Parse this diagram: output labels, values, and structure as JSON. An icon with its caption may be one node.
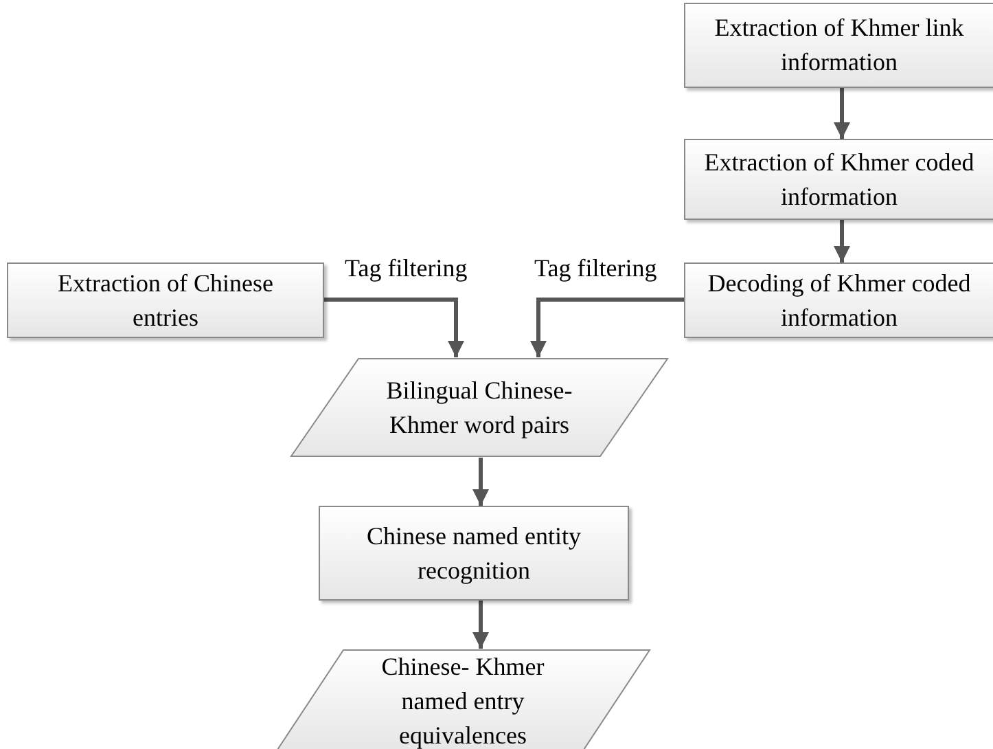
{
  "diagram": {
    "nodes": [
      {
        "text": [
          "Extraction of Khmer link information"
        ]
      },
      {
        "text": [
          "Extraction of Khmer coded information"
        ]
      },
      {
        "text": [
          "Decoding of Khmer coded information"
        ]
      },
      {
        "text": [
          "Extraction of Chinese entries"
        ]
      },
      {
        "text": [
          "Bilingual Chinese-Khmer word pairs"
        ]
      },
      {
        "text": [
          "Chinese named entity recognition"
        ]
      },
      {
        "text": [
          "Chinese- Khmer named entry equivalences"
        ]
      }
    ],
    "edges": [
      {
        "from": 0,
        "to": 1,
        "arrow": "to"
      },
      {
        "from": 1,
        "to": 2,
        "arrow": "to"
      },
      {
        "from": 3,
        "to": 4,
        "arrow": "to",
        "label": "Tag filtering"
      },
      {
        "from": 2,
        "to": 4,
        "arrow": "to",
        "label": "Tag filtering"
      },
      {
        "from": 4,
        "to": 5,
        "arrow": "to"
      },
      {
        "from": 5,
        "to": 6,
        "arrow": "to"
      }
    ]
  }
}
